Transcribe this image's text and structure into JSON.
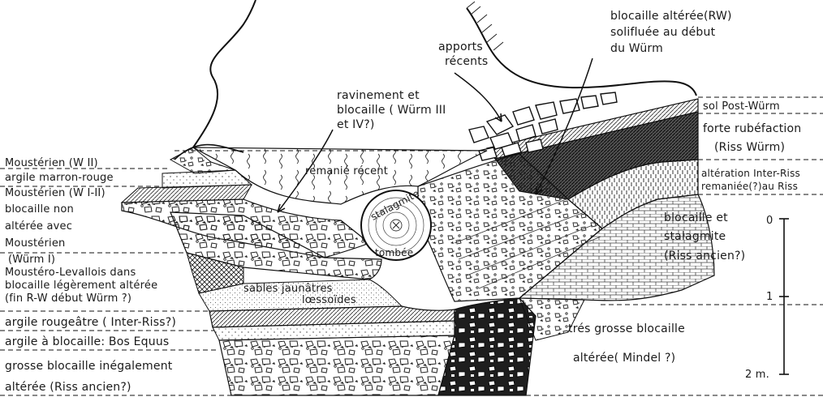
{
  "figure": {
    "labels": {
      "mousterien_wii": "Moustérien (W II)",
      "argile_marron": "argile marron-rouge",
      "mousterien_wi_ii": "Moustérien (W I-II)",
      "blocaille_non_1": "blocaille non",
      "blocaille_non_2": "altérée avec",
      "blocaille_non_3": "Moustérien",
      "blocaille_non_4": "(Würm I)",
      "moustero_1": "Moustéro-Levallois dans",
      "moustero_2": "blocaille légèrement altérée",
      "moustero_3": "(fin R-W début Würm ?)",
      "argile_rougeatre": "argile rougeâtre ( Inter-Riss?)",
      "argile_blocaille": "argile à blocaille: Bos Equus",
      "grosse_1": "grosse blocaille inégalement",
      "grosse_2": "altérée (Riss ancien?)",
      "remanie": "remanié récent",
      "ravinement_1": "ravinement et",
      "ravinement_2": "blocaille ( Würm III",
      "ravinement_3": "et IV?)",
      "stalagmite": "stalagmite",
      "tombee": "tombée",
      "sables_1": "sables jaunâtres",
      "sables_2": "lœssoïdes",
      "apports_1": "apports",
      "apports_2": "récents",
      "blocaille_alteree_1": "blocaille altérée(RW)",
      "blocaille_alteree_2": "solifluée au début",
      "blocaille_alteree_3": "du Würm",
      "sol_post": "sol Post-Würm",
      "forte_1": "forte rubéfaction",
      "forte_2": "(Riss Würm)",
      "alteration_1": "altération Inter-Riss",
      "alteration_2": "remaniée(?)au Riss",
      "blocaille_stal_1": "blocaille et",
      "blocaille_stal_2": "stalagmite",
      "blocaille_stal_3": "(Riss ancien?)",
      "tres_grosse": "trés grosse blocaille",
      "alteree_mindel": "altérée( Mindel ?)"
    },
    "scale": {
      "tick_0": "0",
      "tick_1": "1",
      "tick_2": "2 m."
    }
  }
}
